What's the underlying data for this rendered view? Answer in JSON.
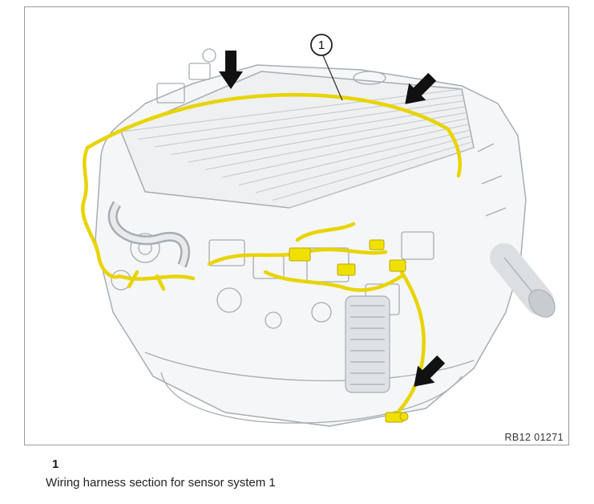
{
  "figure": {
    "callout": {
      "label": "1"
    },
    "reference_code": "RB12 01271",
    "caption": {
      "number": "1",
      "text": "Wiring harness section for sensor system 1"
    },
    "colors": {
      "harness_highlight": "#e8d400",
      "connector_fill": "#f0e000",
      "arrow": "#111111",
      "engine_line": "#a6adb3",
      "engine_fill": "#f5f6f7"
    },
    "arrows": [
      "top-left-pointing-down",
      "top-right-pointing-down-left",
      "bottom-right-pointing-down-left"
    ]
  }
}
